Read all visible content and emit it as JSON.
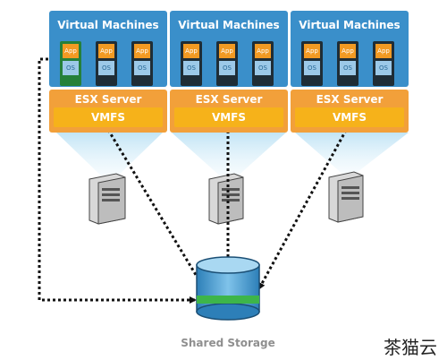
{
  "hosts": [
    {
      "vm_title": "Virtual Machines",
      "esx_title": "ESX Server",
      "vmfs_label": "VMFS",
      "vms": [
        {
          "app": "App",
          "os": "OS"
        },
        {
          "app": "App",
          "os": "OS"
        },
        {
          "app": "App",
          "os": "OS"
        }
      ]
    },
    {
      "vm_title": "Virtual Machines",
      "esx_title": "ESX Server",
      "vmfs_label": "VMFS",
      "vms": [
        {
          "app": "App",
          "os": "OS"
        },
        {
          "app": "App",
          "os": "OS"
        },
        {
          "app": "App",
          "os": "OS"
        }
      ]
    },
    {
      "vm_title": "Virtual Machines",
      "esx_title": "ESX Server",
      "vmfs_label": "VMFS",
      "vms": [
        {
          "app": "App",
          "os": "OS"
        },
        {
          "app": "App",
          "os": "OS"
        },
        {
          "app": "App",
          "os": "OS"
        }
      ]
    }
  ],
  "storage": {
    "label": "Shared Storage"
  },
  "watermark": "茶猫云",
  "colors": {
    "vm_panel": "#3a8fca",
    "esx_panel": "#f2a03a",
    "vmfs": "#f6b21a",
    "vm_card": "#1f2d36",
    "vm_card_selected": "#25803a",
    "app_box": "#f29a23",
    "os_box": "#9cc9e8",
    "storage_band": "#3db54a"
  }
}
